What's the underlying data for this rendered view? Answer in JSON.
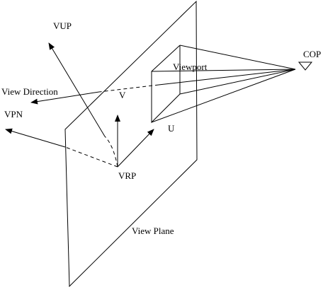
{
  "labels": {
    "vup": "VUP",
    "cop": "COP",
    "viewport": "Viewport",
    "view_direction": "View Direction",
    "v": "V",
    "vpn": "VPN",
    "u": "U",
    "vrp": "VRP",
    "view_plane": "View Plane"
  },
  "colors": {
    "line": "#000000",
    "background": "#ffffff"
  }
}
